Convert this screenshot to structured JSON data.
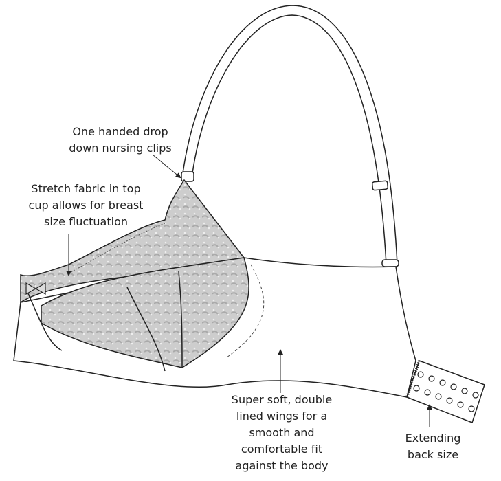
{
  "annotations": {
    "nursing_clips": [
      "One handed drop",
      "down nursing clips"
    ],
    "stretch_fabric": [
      "Stretch fabric in top",
      "cup allows for breast",
      "size fluctuation"
    ],
    "wings": [
      "Super soft, double",
      "lined wings for a",
      "smooth and",
      "comfortable fit",
      "against the body"
    ],
    "back_size": [
      "Extending",
      "back size"
    ]
  },
  "colors": {
    "line": "#222222",
    "lace": "#c9c9c9",
    "lace_dark": "#a9a9a9"
  }
}
